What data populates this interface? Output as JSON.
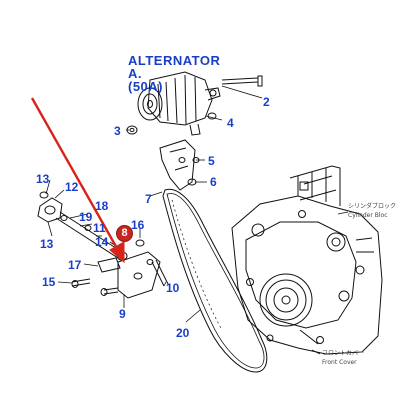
{
  "diagram": {
    "title_lines": [
      "ALTERNATOR",
      "A.",
      "(50A)"
    ],
    "highlighted_part": "8",
    "part_numbers": [
      "2",
      "3",
      "4",
      "5",
      "6",
      "7",
      "8",
      "9",
      "10",
      "11",
      "12",
      "13",
      "13",
      "14",
      "15",
      "16",
      "17",
      "18",
      "19",
      "20"
    ],
    "side_labels": {
      "cylinder_block_jp": "シリンダブロック",
      "cylinder_block_en": "Cylinder Bloc",
      "front_cover_jp": "フロントカバー",
      "front_cover_en": "Front Cover"
    },
    "colors": {
      "labels": "#1a3fc7",
      "arrow": "#d8231b",
      "highlight_badge": "#c7251f",
      "line_art": "#111111"
    }
  }
}
